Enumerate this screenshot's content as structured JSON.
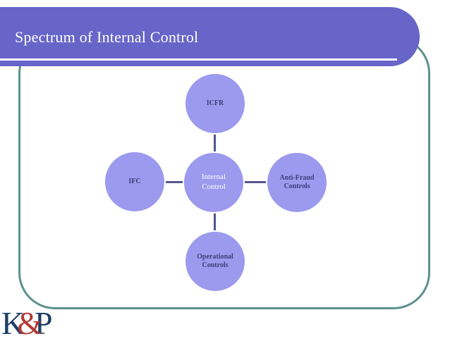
{
  "slide": {
    "title": "Spectrum of Internal Control"
  },
  "diagram": {
    "type": "radial",
    "nodes": [
      {
        "id": "center",
        "label": "Internal Control"
      },
      {
        "id": "top",
        "label": "ICFR"
      },
      {
        "id": "left",
        "label": "IFC"
      },
      {
        "id": "right",
        "label": "Anti-Fraud Controls"
      },
      {
        "id": "bottom",
        "label": "Operational Controls"
      }
    ],
    "connections": [
      [
        "center",
        "top"
      ],
      [
        "center",
        "left"
      ],
      [
        "center",
        "right"
      ],
      [
        "center",
        "bottom"
      ]
    ]
  },
  "logo": {
    "k": "K",
    "amp": "&",
    "p": "P"
  },
  "colors": {
    "header_bar": "#6765c8",
    "header_text": "#ffffff",
    "circle_fill": "#9b9aee",
    "circle_border": "#ffffff",
    "satellite_text": "#3d3d79",
    "center_text": "#ffffff",
    "connector": "#54548c",
    "frame_border": "#5e918e",
    "logo_navy": "#1e3e66",
    "logo_red": "#b23a34"
  }
}
